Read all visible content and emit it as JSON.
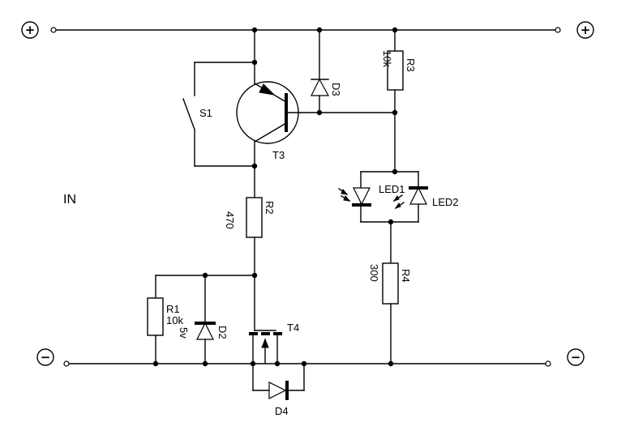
{
  "input_label": "IN",
  "terminals": {
    "plus": "+",
    "minus": "−"
  },
  "components": {
    "s1": {
      "ref": "S1"
    },
    "t3": {
      "ref": "T3"
    },
    "t4": {
      "ref": "T4"
    },
    "d2": {
      "ref": "D2",
      "value": "5v"
    },
    "d3": {
      "ref": "D3"
    },
    "d4": {
      "ref": "D4"
    },
    "r1": {
      "ref": "R1",
      "value": "10k"
    },
    "r2": {
      "ref": "R2",
      "value": "470"
    },
    "r3": {
      "ref": "R3",
      "value": "10k"
    },
    "r4": {
      "ref": "R4",
      "value": "300"
    },
    "led1": {
      "ref": "LED1"
    },
    "led2": {
      "ref": "LED2"
    }
  }
}
